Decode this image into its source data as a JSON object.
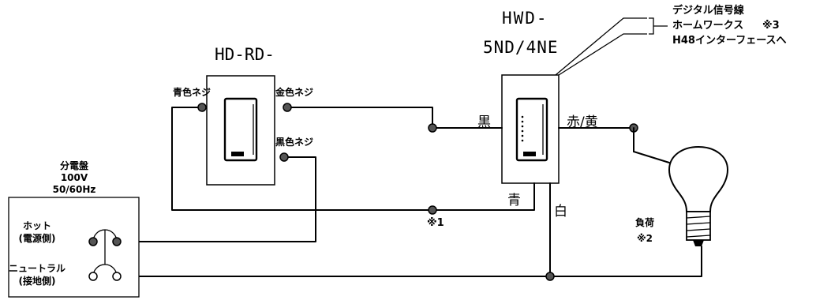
{
  "remote_switch": {
    "model": "HD-RD-",
    "screw_blue": "青色ネジ",
    "screw_gold": "金色ネジ",
    "screw_black": "黒色ネジ"
  },
  "main_switch": {
    "model_line1": "HWD-",
    "model_line2": "5ND/4NE",
    "wire_black": "黒",
    "wire_blue": "青",
    "wire_white": "白",
    "wire_red_yellow": "赤/黄"
  },
  "digital_signal": {
    "line1": "デジタル信号線",
    "line2": "ホームワークス",
    "line3": "H48インターフェースへ",
    "note": "※3"
  },
  "panel": {
    "title": "分電盤",
    "voltage": "100V",
    "frequency": "50/60Hz",
    "hot_label": "ホット",
    "hot_sub": "(電源側)",
    "neutral_label": "ニュートラル",
    "neutral_sub": "(接地側)"
  },
  "load": {
    "label": "負荷",
    "note": "※2"
  },
  "notes": {
    "note1": "※1"
  },
  "colors": {
    "line": "#000000",
    "node": "#555555",
    "background": "#ffffff"
  }
}
